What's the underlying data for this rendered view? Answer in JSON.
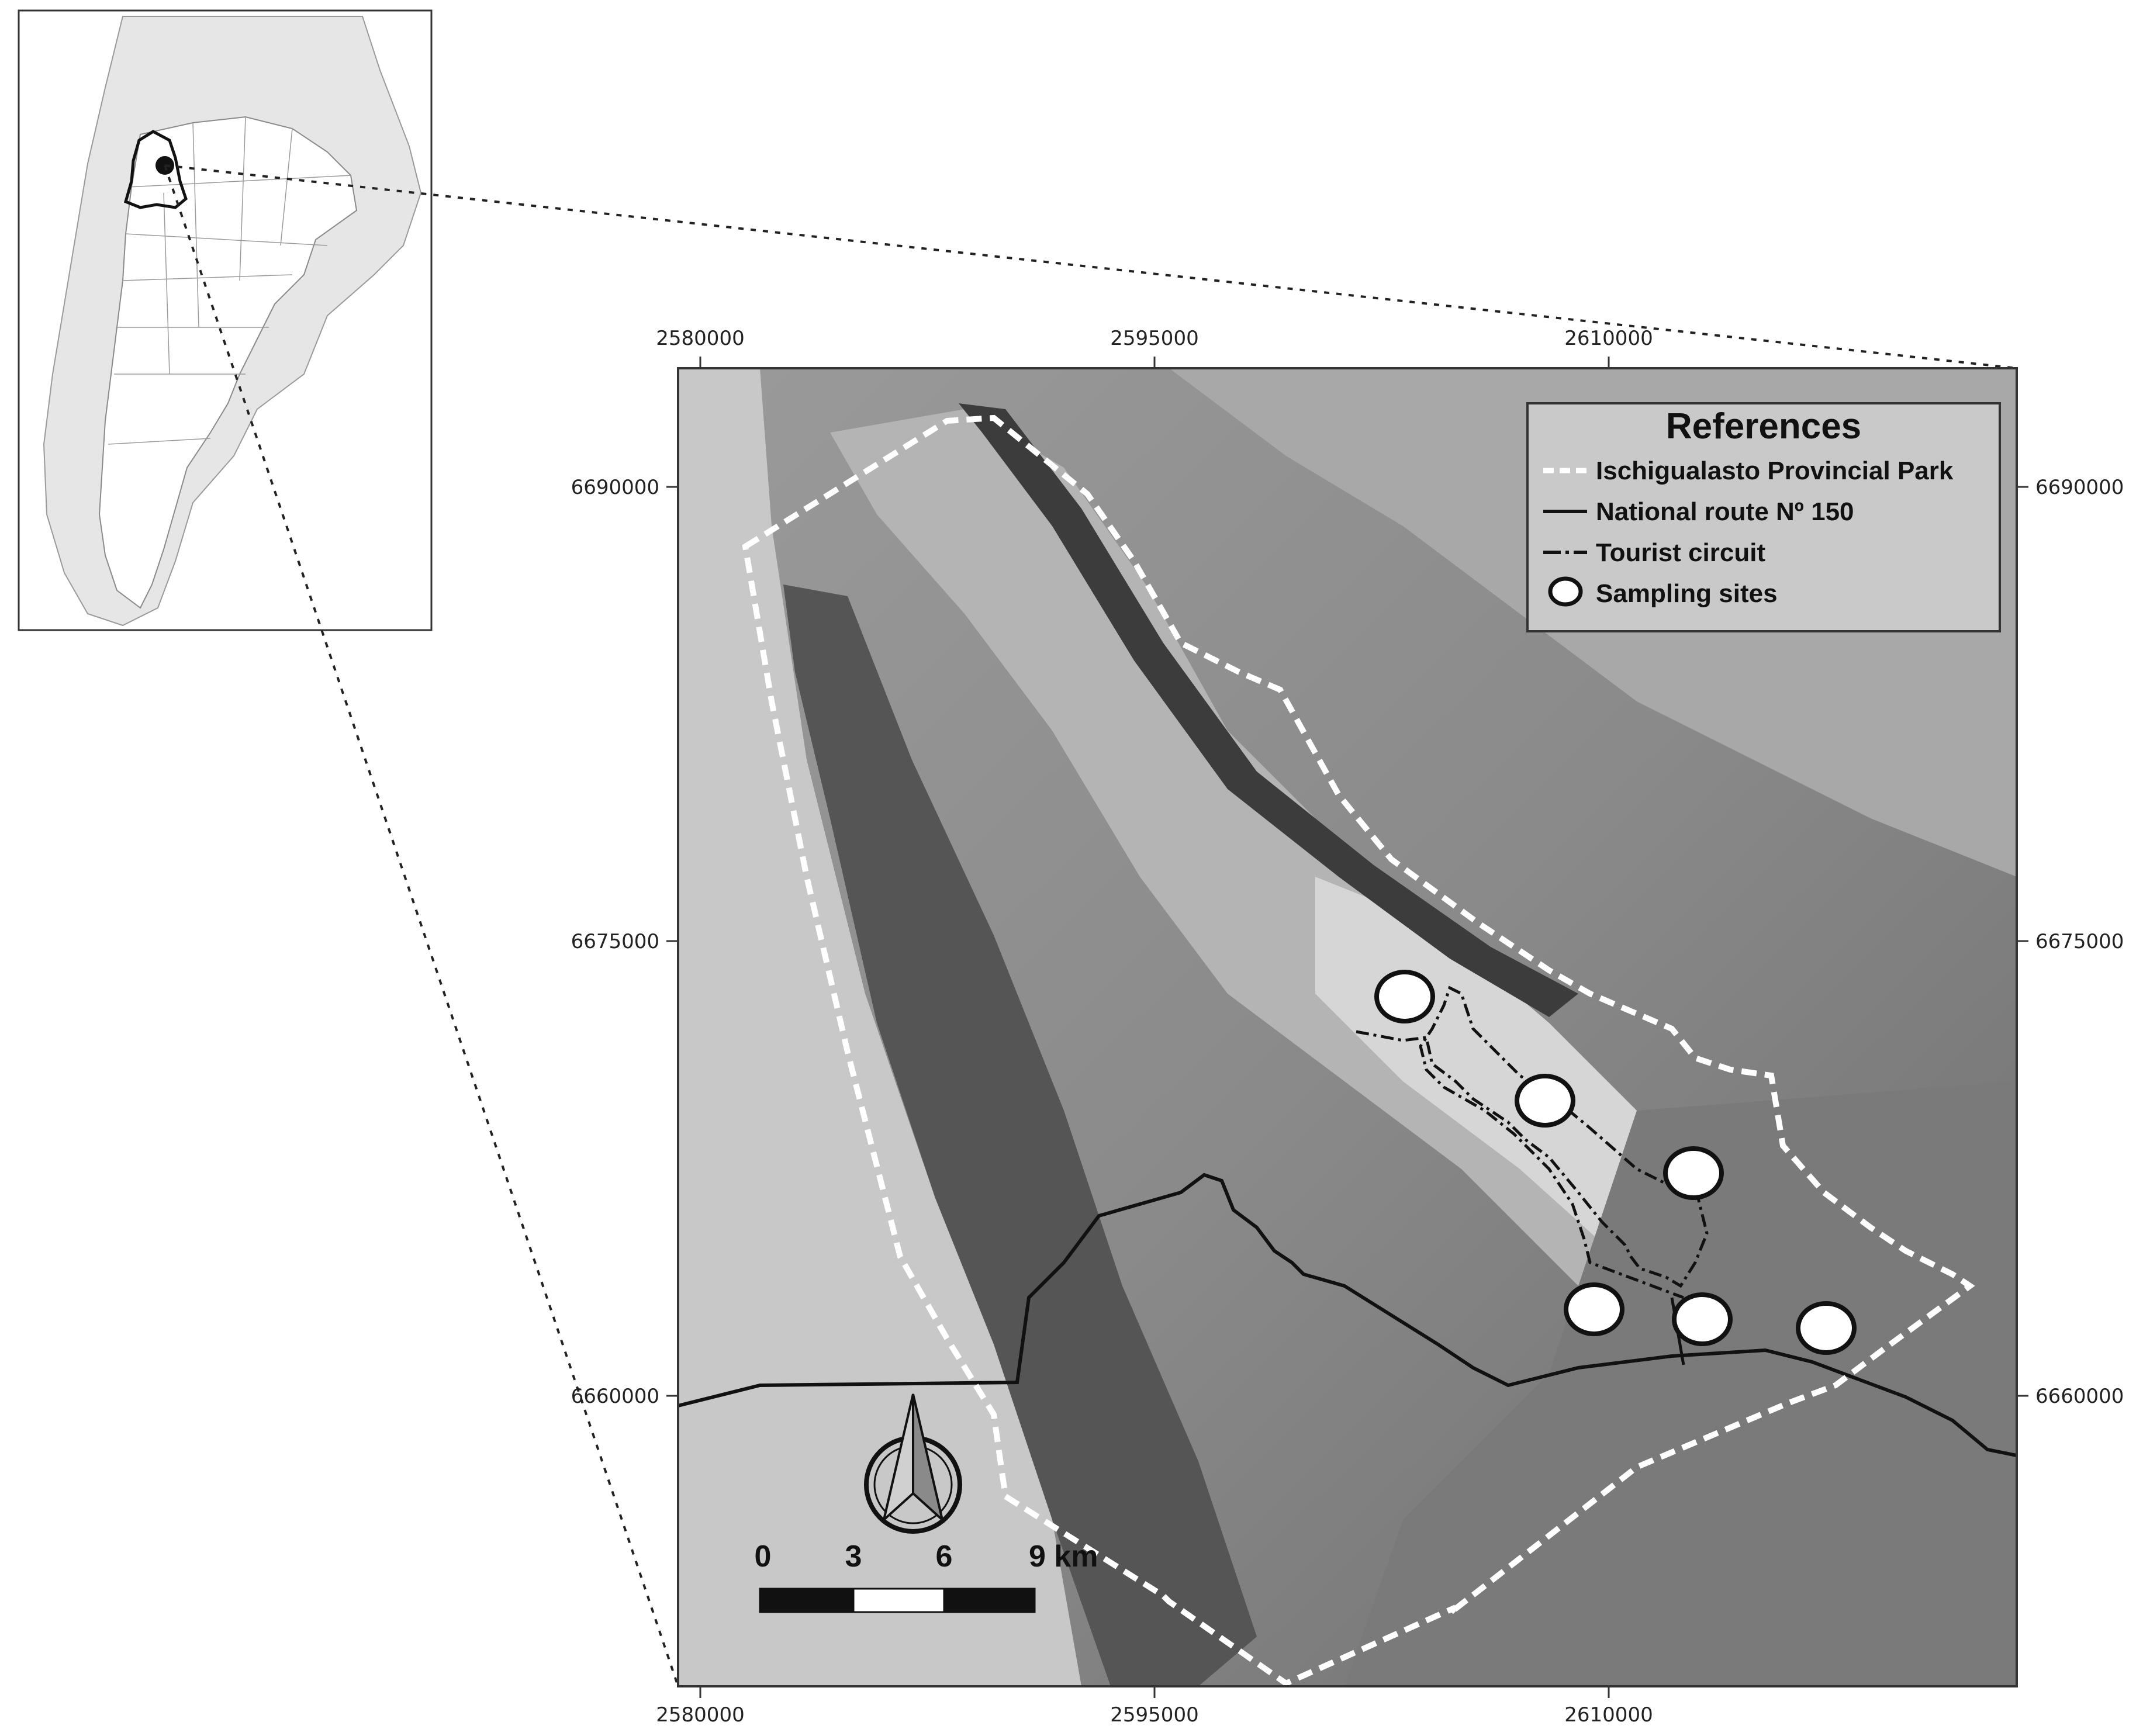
{
  "map": {
    "legend": {
      "title": "References",
      "items": [
        {
          "label": "Ischigualasto Provincial Park",
          "symbol": "white-dashed-line"
        },
        {
          "label": "National route Nº 150",
          "symbol": "solid-black-line"
        },
        {
          "label": "Tourist circuit",
          "symbol": "black-dash-dot-line"
        },
        {
          "label": "Sampling sites",
          "symbol": "white-ellipse"
        }
      ]
    },
    "x_ticks": [
      "2580000",
      "2595000",
      "2610000"
    ],
    "y_ticks": [
      "6690000",
      "6675000",
      "6660000"
    ],
    "scale_bar": {
      "labels": [
        "0",
        "3",
        "6",
        "9 km"
      ]
    },
    "north_arrow": {
      "icon": "north-arrow-icon"
    },
    "inset": {
      "description_icon": "argentina-locator-icon"
    },
    "colors": {
      "park_boundary": "#ffffff",
      "route": "#111111",
      "tourist_circuit": "#111111",
      "sampling_site_fill": "#ffffff",
      "legend_bg": "#c9c9c9"
    }
  }
}
